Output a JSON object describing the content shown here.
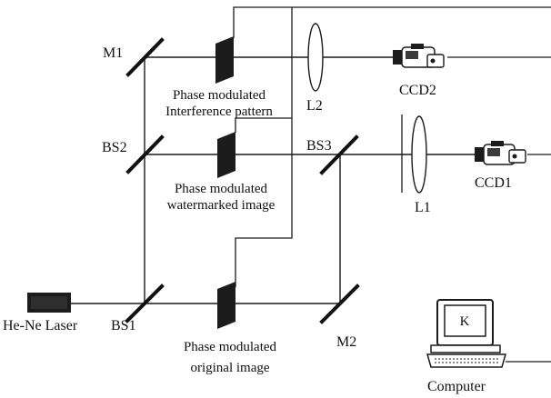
{
  "diagram": {
    "components": {
      "laser": "He-Ne Laser",
      "bs1": "BS1",
      "bs2": "BS2",
      "bs3": "BS3",
      "m1": "M1",
      "m2": "M2",
      "l1": "L1",
      "l2": "L2",
      "ccd1": "CCD1",
      "ccd2": "CCD2",
      "computer": "Computer",
      "screen_letter": "K"
    },
    "slm_labels": {
      "top_line1": "Phase modulated",
      "top_line2": "Interference pattern",
      "mid_line1": "Phase modulated",
      "mid_line2": "watermarked image",
      "bottom_line1": "Phase modulated",
      "bottom_line2": "original image"
    },
    "colors": {
      "ink": "#1a1a1a",
      "background": "#ffffff"
    }
  }
}
